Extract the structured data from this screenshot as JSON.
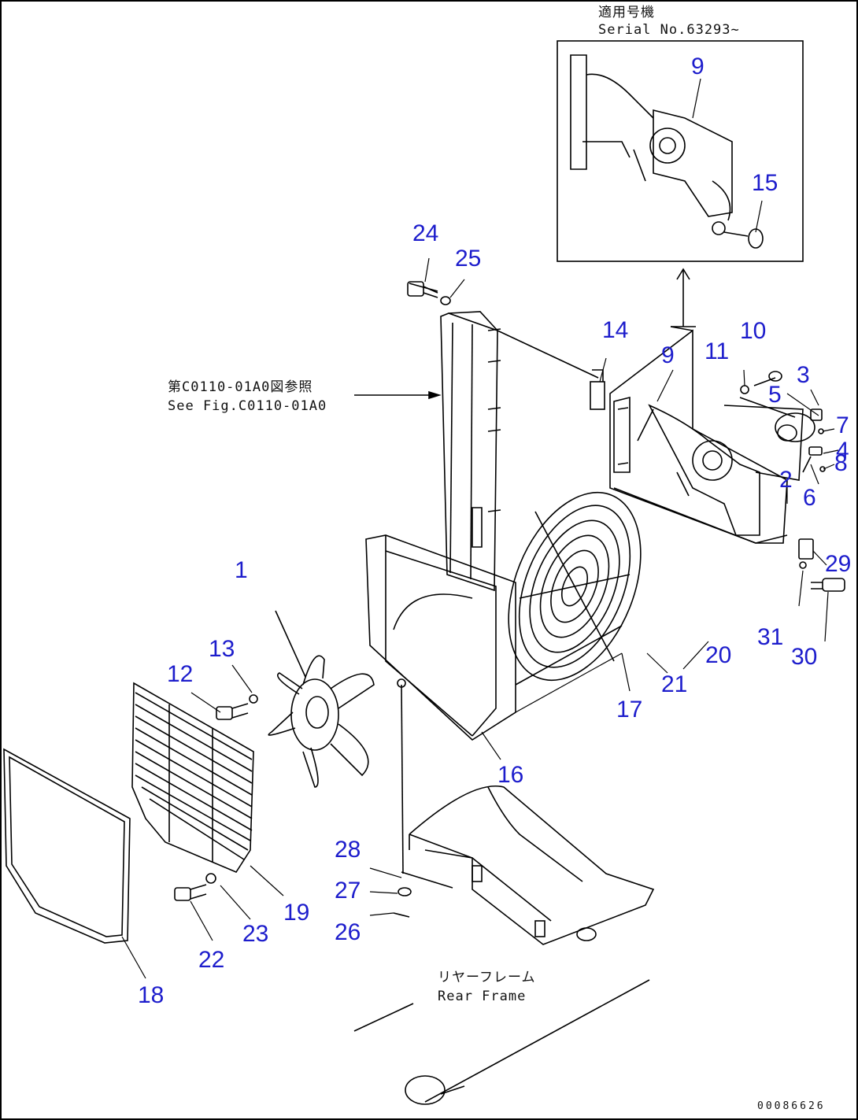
{
  "notes": {
    "serial_jp": "適用号機",
    "serial_en": "Serial No.63293~",
    "see_fig_jp": "第C0110-01A0図参照",
    "see_fig_en": "See Fig.C0110-01A0",
    "rear_frame_jp": "リヤーフレーム",
    "rear_frame_en": "Rear Frame",
    "drawing_code": "00086626"
  },
  "callouts": {
    "p1": "1",
    "p2": "2",
    "p3": "3",
    "p4": "4",
    "p5": "5",
    "p6": "6",
    "p7": "7",
    "p8": "8",
    "p9_inset": "9",
    "p9_main": "9",
    "p10": "10",
    "p11": "11",
    "p12": "12",
    "p13": "13",
    "p14": "14",
    "p15": "15",
    "p16": "16",
    "p17": "17",
    "p18": "18",
    "p19": "19",
    "p20": "20",
    "p21": "21",
    "p22": "22",
    "p23": "23",
    "p24": "24",
    "p25": "25",
    "p26": "26",
    "p27": "27",
    "p28": "28",
    "p29": "29",
    "p30": "30",
    "p31": "31"
  },
  "colors": {
    "callout": "#1d1dcc",
    "line": "#000000",
    "border": "#000000"
  }
}
